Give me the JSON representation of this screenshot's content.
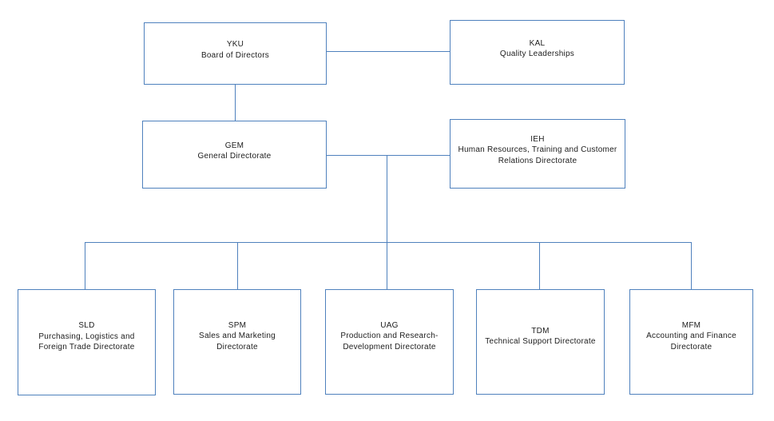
{
  "org_chart": {
    "colors": {
      "line": "#4f81bd",
      "text": "#1c1c1c",
      "background": "#ffffff"
    },
    "nodes": [
      {
        "id": "yku",
        "code": "YKU",
        "label": "Board of Directors"
      },
      {
        "id": "kal",
        "code": "KAL",
        "label": "Quality Leaderships"
      },
      {
        "id": "gem",
        "code": "GEM",
        "label": "General Directorate"
      },
      {
        "id": "ieh",
        "code": "IEH",
        "label": "Human Resources, Training and Customer Relations Directorate"
      },
      {
        "id": "sld",
        "code": "SLD",
        "label": "Purchasing, Logistics and Foreign Trade Directorate"
      },
      {
        "id": "spm",
        "code": "SPM",
        "label": "Sales and Marketing Directorate"
      },
      {
        "id": "uag",
        "code": "UAG",
        "label": "Production and Research-Development Directorate"
      },
      {
        "id": "tdm",
        "code": "TDM",
        "label": "Technical Support Directorate"
      },
      {
        "id": "mfm",
        "code": "MFM",
        "label": "Accounting and Finance Directorate"
      }
    ]
  }
}
